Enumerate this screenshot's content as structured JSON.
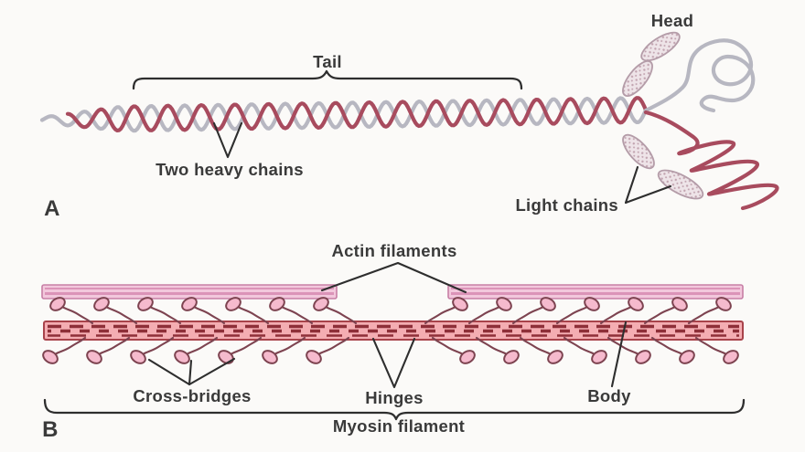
{
  "panel_a": {
    "letter": "A",
    "labels": {
      "tail": "Tail",
      "head": "Head",
      "two_heavy_chains": "Two heavy chains",
      "light_chains": "Light chains"
    },
    "light_chain_count": 4
  },
  "panel_b": {
    "letter": "B",
    "labels": {
      "actin_filaments": "Actin filaments",
      "cross_bridges": "Cross-bridges",
      "hinges": "Hinges",
      "body": "Body",
      "myosin_filament": "Myosin filament"
    },
    "cross_bridge_rows": 4,
    "cross_bridges_per_row": 7
  },
  "colors": {
    "background": "#fbfaf8",
    "label_text": "#3a3a3a",
    "pointer_line": "#2e2e2e",
    "heavy_chain_red": "#a84b5e",
    "heavy_chain_gray": "#b7b7c1",
    "light_chain_fill": "#eee4e8",
    "light_chain_dot": "#c2a4b0",
    "light_chain_edge": "#b49ca8",
    "actin_fill": "#f2c8dc",
    "actin_edge": "#c77fa6",
    "actin_stripe": "#db93b8",
    "myosin_fill": "#f4adb2",
    "myosin_edge": "#a8434b",
    "myosin_dash": "#8e2f38",
    "bridge_line": "#7d4350",
    "bridge_fill": "#f5bacd"
  }
}
